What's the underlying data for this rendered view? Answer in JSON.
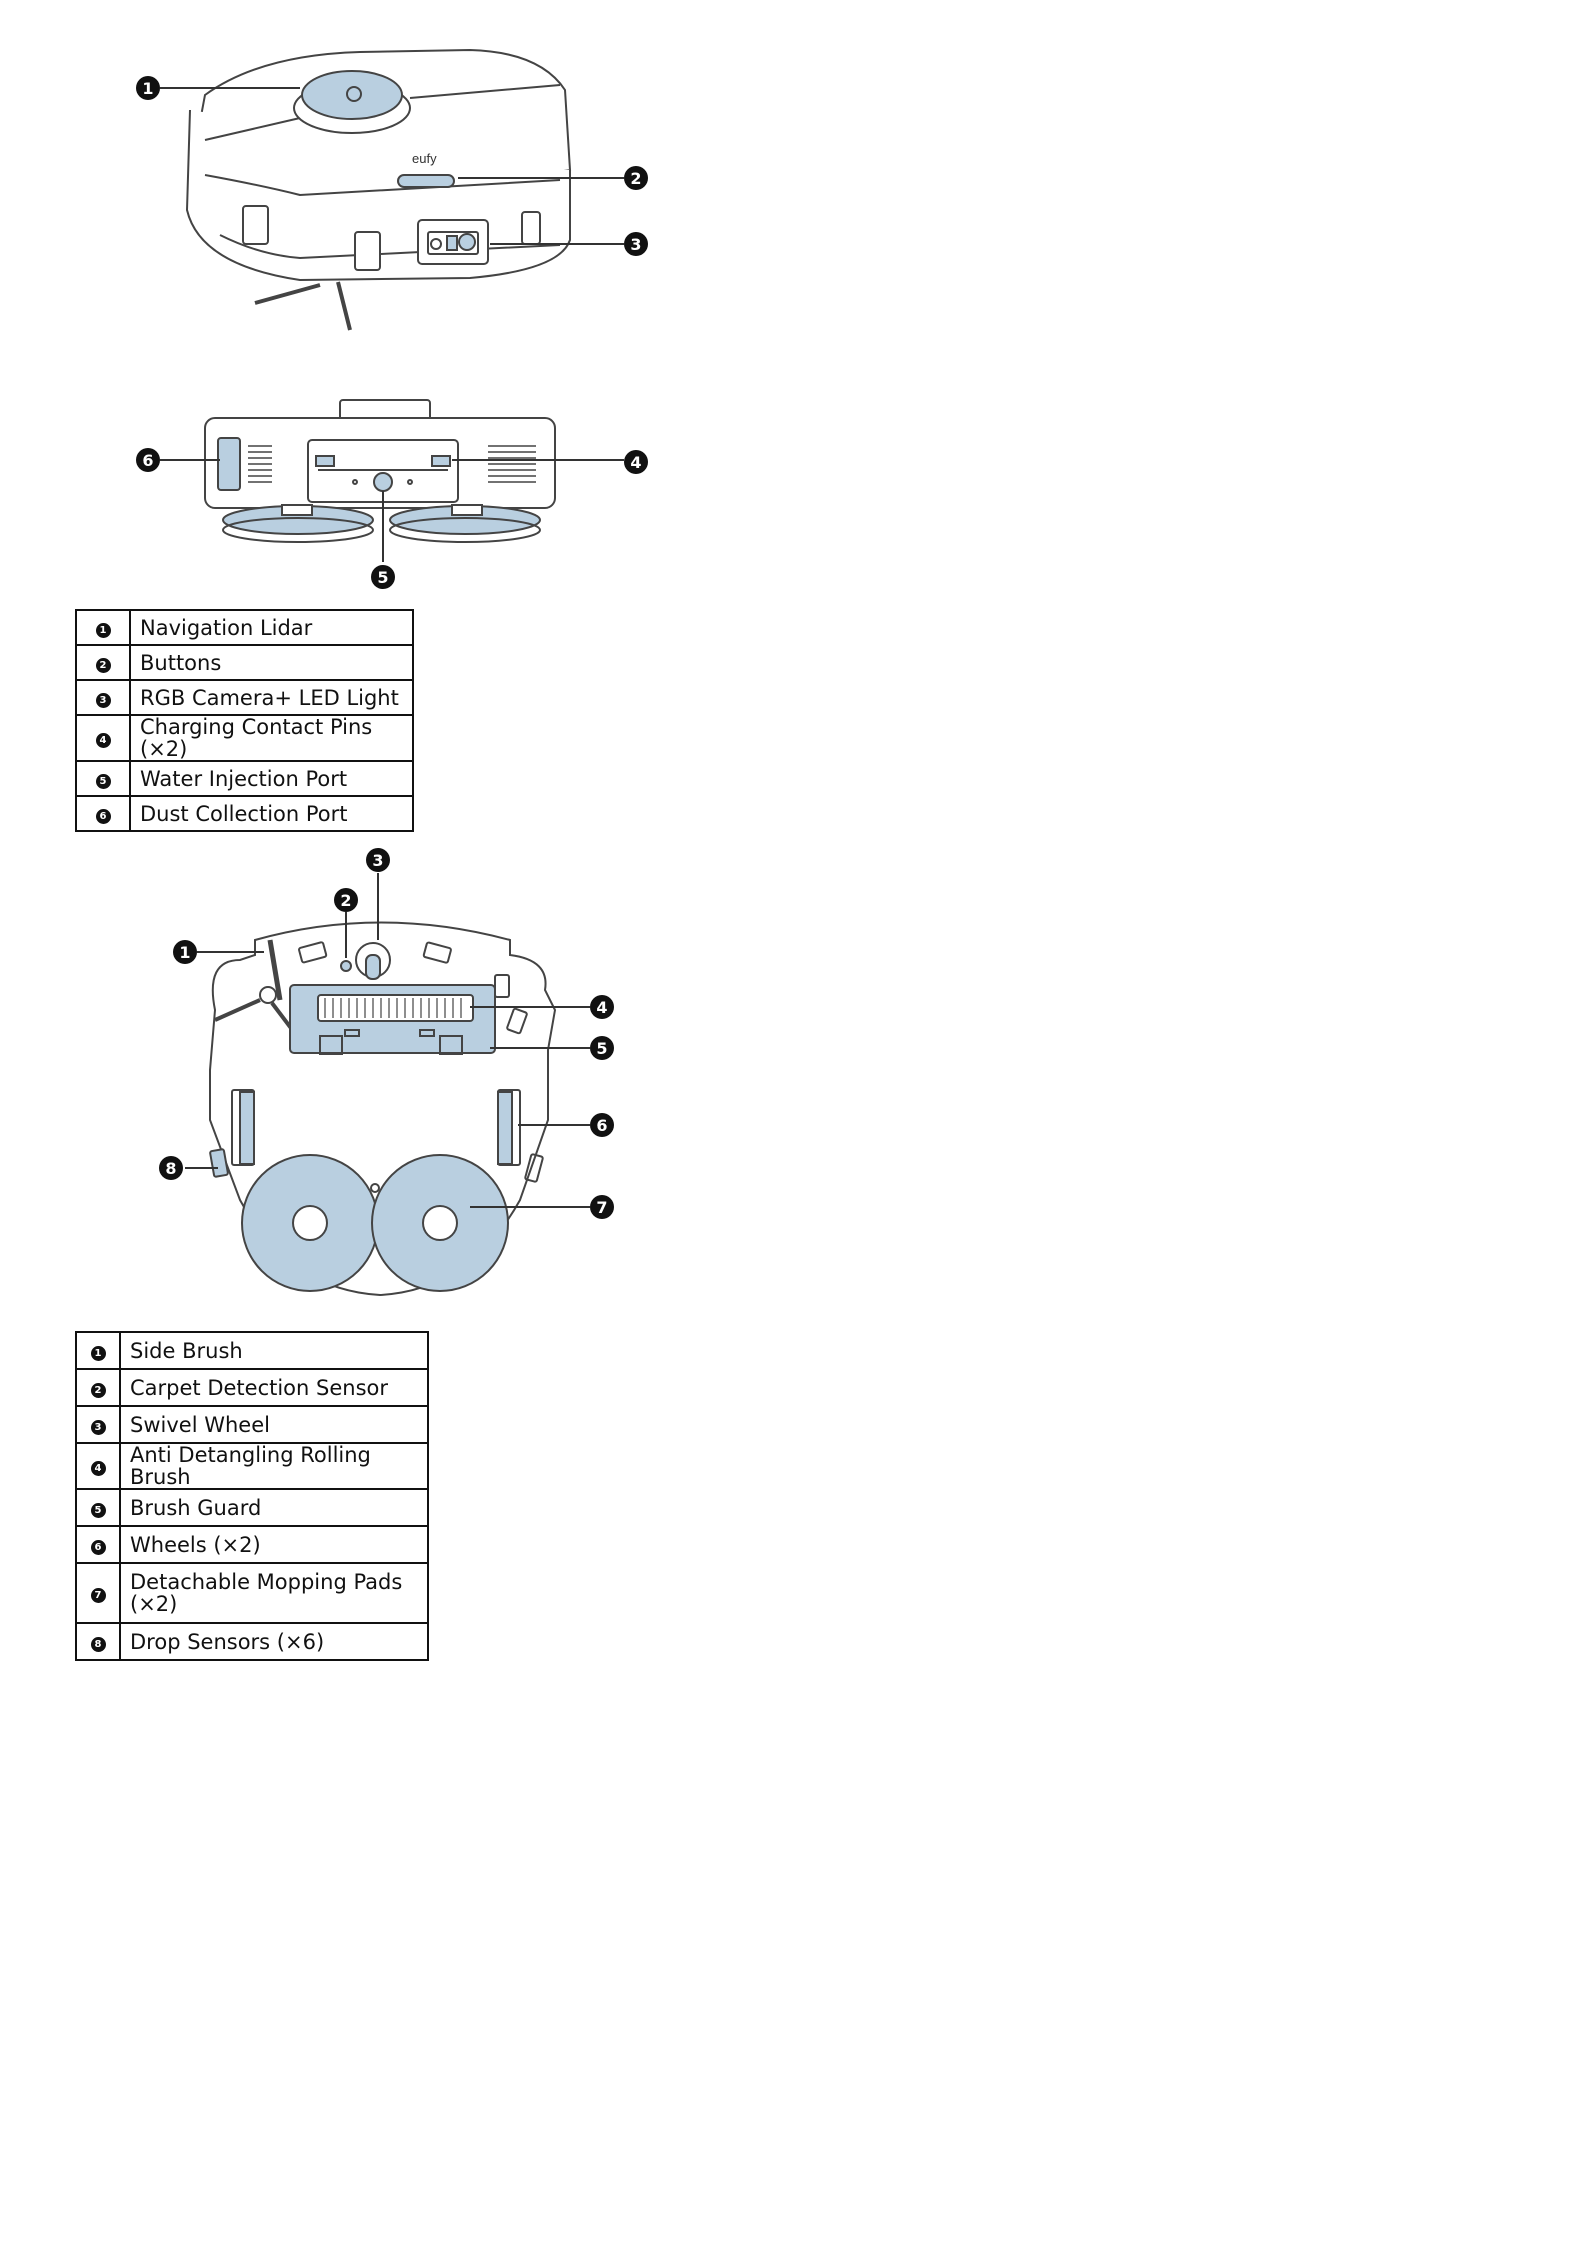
{
  "brand_logo": "eufy",
  "callout_numbers": [
    "1",
    "2",
    "3",
    "4",
    "5",
    "6",
    "7",
    "8"
  ],
  "top_view_legend": [
    {
      "num": "1",
      "label": "Navigation Lidar"
    },
    {
      "num": "2",
      "label": "Buttons"
    },
    {
      "num": "3",
      "label": "RGB Camera+ LED Light"
    },
    {
      "num": "4",
      "label": "Charging Contact Pins (×2)"
    },
    {
      "num": "5",
      "label": "Water Injection Port"
    },
    {
      "num": "6",
      "label": "Dust Collection Port"
    }
  ],
  "bottom_view_legend": [
    {
      "num": "1",
      "label": "Side Brush"
    },
    {
      "num": "2",
      "label": "Carpet Detection Sensor"
    },
    {
      "num": "3",
      "label": "Swivel Wheel"
    },
    {
      "num": "4",
      "label": "Anti Detangling Rolling Brush"
    },
    {
      "num": "5",
      "label": "Brush Guard"
    },
    {
      "num": "6",
      "label": "Wheels (×2)"
    },
    {
      "num": "7",
      "label": "Detachable Mopping Pads (×2)"
    },
    {
      "num": "8",
      "label": "Drop Sensors (×6)"
    }
  ],
  "colors": {
    "accent_blue": "#b9cfe0",
    "line": "#333333"
  }
}
